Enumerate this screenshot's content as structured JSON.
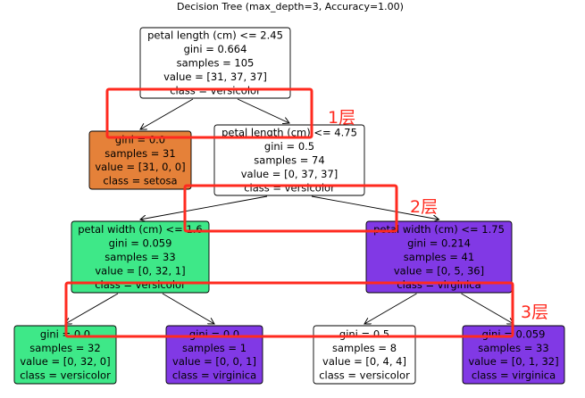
{
  "title": "Decision Tree (max_depth=3, Accuracy=1.00)",
  "colors": {
    "setosa": "#e58139",
    "versicolor": "#3ee888",
    "virginica": "#8139e5",
    "white": "#ffffff",
    "annotation": "#ff2a1f"
  },
  "nodes": [
    {
      "id": "n0",
      "fill": "white",
      "lines": [
        "petal length (cm) <= 2.45",
        "gini = 0.664",
        "samples = 105",
        "value = [31, 37, 37]",
        "class = versicolor"
      ]
    },
    {
      "id": "n1",
      "fill": "setosa",
      "lines": [
        "gini = 0.0",
        "samples = 31",
        "value = [31, 0, 0]",
        "class = setosa"
      ]
    },
    {
      "id": "n2",
      "fill": "white",
      "lines": [
        "petal length (cm) <= 4.75",
        "gini = 0.5",
        "samples = 74",
        "value = [0, 37, 37]",
        "class = versicolor"
      ]
    },
    {
      "id": "n3",
      "fill": "versicolor",
      "lines": [
        "petal width (cm) <= 1.6",
        "gini = 0.059",
        "samples = 33",
        "value = [0, 32, 1]",
        "class = versicolor"
      ]
    },
    {
      "id": "n4",
      "fill": "virginica",
      "lines": [
        "petal width (cm) <= 1.75",
        "gini = 0.214",
        "samples = 41",
        "value = [0, 5, 36]",
        "class = virginica"
      ]
    },
    {
      "id": "n5",
      "fill": "versicolor",
      "lines": [
        "gini = 0.0",
        "samples = 32",
        "value = [0, 32, 0]",
        "class = versicolor"
      ]
    },
    {
      "id": "n6",
      "fill": "virginica",
      "lines": [
        "gini = 0.0",
        "samples = 1",
        "value = [0, 0, 1]",
        "class = virginica"
      ]
    },
    {
      "id": "n7",
      "fill": "white",
      "lines": [
        "gini = 0.5",
        "samples = 8",
        "value = [0, 4, 4]",
        "class = versicolor"
      ]
    },
    {
      "id": "n8",
      "fill": "virginica",
      "lines": [
        "gini = 0.059",
        "samples = 33",
        "value = [0, 1, 32]",
        "class = virginica"
      ]
    }
  ],
  "edges": [
    [
      "n0",
      "n1"
    ],
    [
      "n0",
      "n2"
    ],
    [
      "n2",
      "n3"
    ],
    [
      "n2",
      "n4"
    ],
    [
      "n3",
      "n5"
    ],
    [
      "n3",
      "n6"
    ],
    [
      "n4",
      "n7"
    ],
    [
      "n4",
      "n8"
    ]
  ],
  "layer_labels": [
    "1层",
    "2层",
    "3层"
  ]
}
